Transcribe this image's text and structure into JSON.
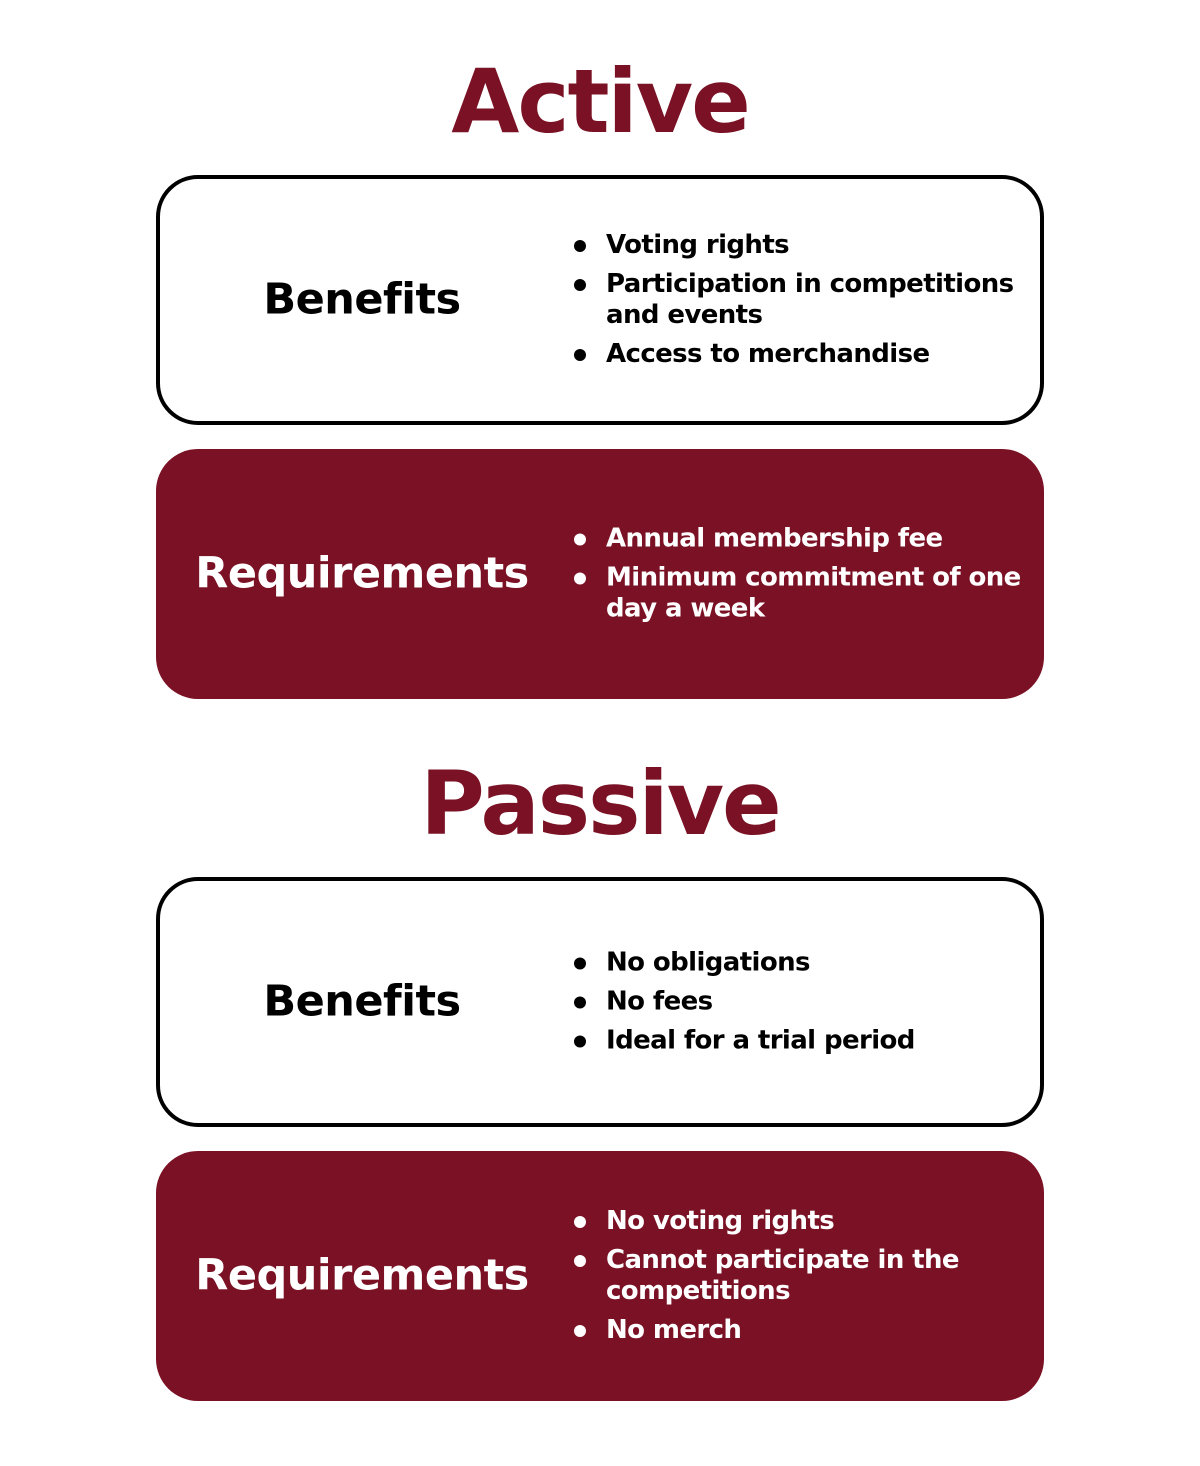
{
  "sections": [
    {
      "title": "Active",
      "benefits": {
        "label": "Benefits",
        "items": [
          "Voting rights",
          "Participation in competitions and events",
          "Access to merchandise"
        ]
      },
      "requirements": {
        "label": "Requirements",
        "items": [
          "Annual membership fee",
          "Minimum commitment of one day a week"
        ]
      }
    },
    {
      "title": "Passive",
      "benefits": {
        "label": "Benefits",
        "items": [
          "No obligations",
          "No fees",
          "Ideal for a trial period"
        ]
      },
      "requirements": {
        "label": "Requirements",
        "items": [
          "No voting rights",
          "Cannot participate in the competitions",
          "No merch"
        ]
      }
    }
  ],
  "colors": {
    "accent": "#7a1124",
    "light_card_bg": "#ffffff",
    "light_card_border": "#000000",
    "dark_card_text": "#ffffff"
  }
}
